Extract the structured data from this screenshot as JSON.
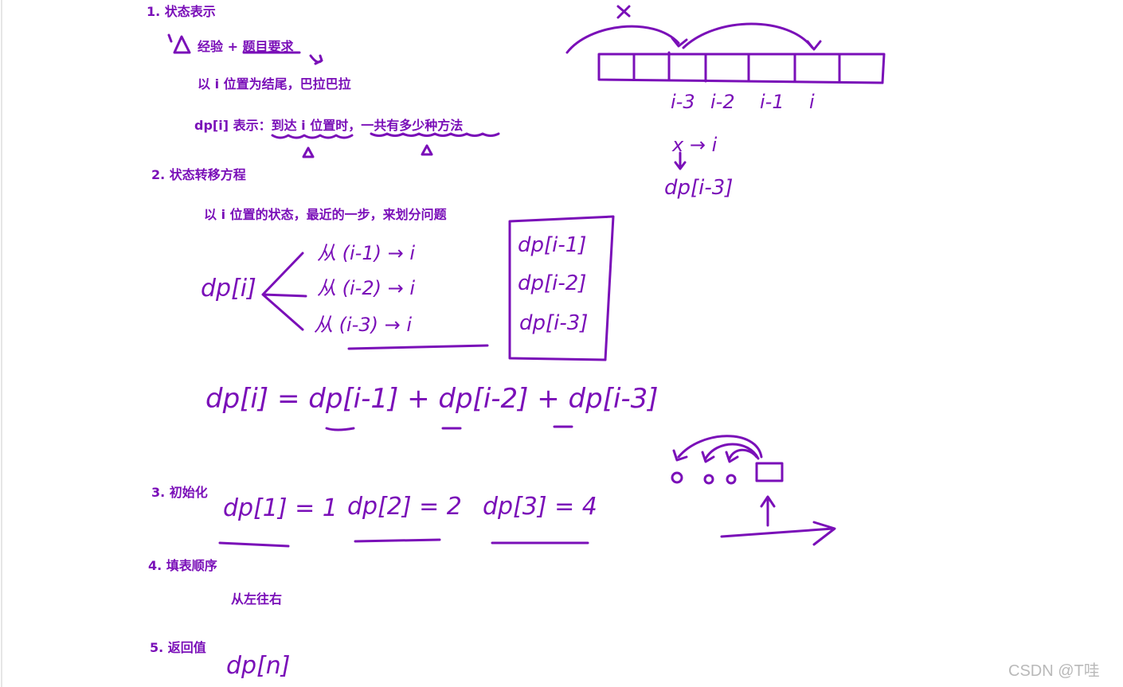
{
  "headings": {
    "h1": "1. 状态表示",
    "h2": "2. 状态转移方程",
    "h3": "3. 初始化",
    "h4": "4. 填表顺序",
    "h5": "5. 返回值"
  },
  "state": {
    "delta": "△",
    "experience": "经验 + 题目要求",
    "line1": "以 i 位置为结尾，巴拉巴拉",
    "dp_prefix": "dp[i] 表示：",
    "dp_reach": "到达 i 位置时",
    "dp_comma": "，",
    "dp_ways": "一共有多少种方法"
  },
  "transition": {
    "line": "以 i 位置的状态，最近的一步，来划分问题",
    "dp_i": "dp[i]",
    "from1": "从 (i-1) → i",
    "from2": "从 (i-2) → i",
    "from3": "从 (i-3) → i",
    "box1": "dp[i-1]",
    "box2": "dp[i-2]",
    "box3": "dp[i-3]",
    "equation": "dp[i] = dp[i-1] + dp[i-2] + dp[i-3]"
  },
  "diagram": {
    "x_mark": "x",
    "labels": [
      "i-3",
      "i-2",
      "i-1",
      "i"
    ],
    "x_to_i": "x → i",
    "dp_i3": "dp[i-3]"
  },
  "init": {
    "dp1": "dp[1] = 1",
    "dp2": "dp[2] = 2",
    "dp3": "dp[3] = 4"
  },
  "order": {
    "text": "从左往右"
  },
  "ret": {
    "text": "dp[n]"
  },
  "watermark": "CSDN @T哇"
}
